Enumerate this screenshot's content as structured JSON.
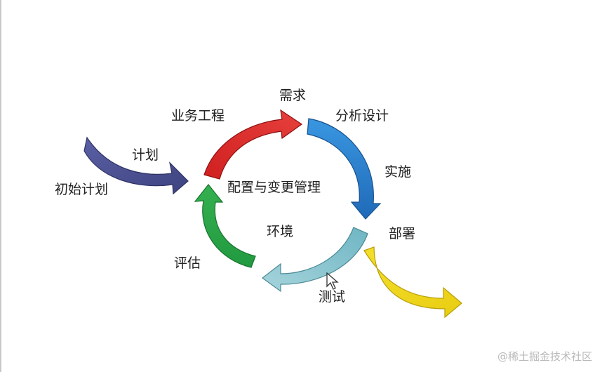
{
  "diagram": {
    "center_label": "配置与变更管理",
    "labels": {
      "requirements": "需求",
      "analysis_design": "分析设计",
      "implementation": "实施",
      "deployment": "部署",
      "environment": "环境",
      "testing": "测试",
      "evaluation": "评估",
      "business_engineering": "业务工程",
      "plan": "计划",
      "initial_plan": "初始计划"
    },
    "arrow_colors": {
      "plan": "#4a4f8f",
      "business_engineering": "#d9282a",
      "analysis_implementation": "#2f86d2",
      "testing": "#7cc0cb",
      "evaluation": "#2ea64a",
      "deployment": "#f0d620"
    }
  },
  "watermark": "@稀土掘金技术社区"
}
